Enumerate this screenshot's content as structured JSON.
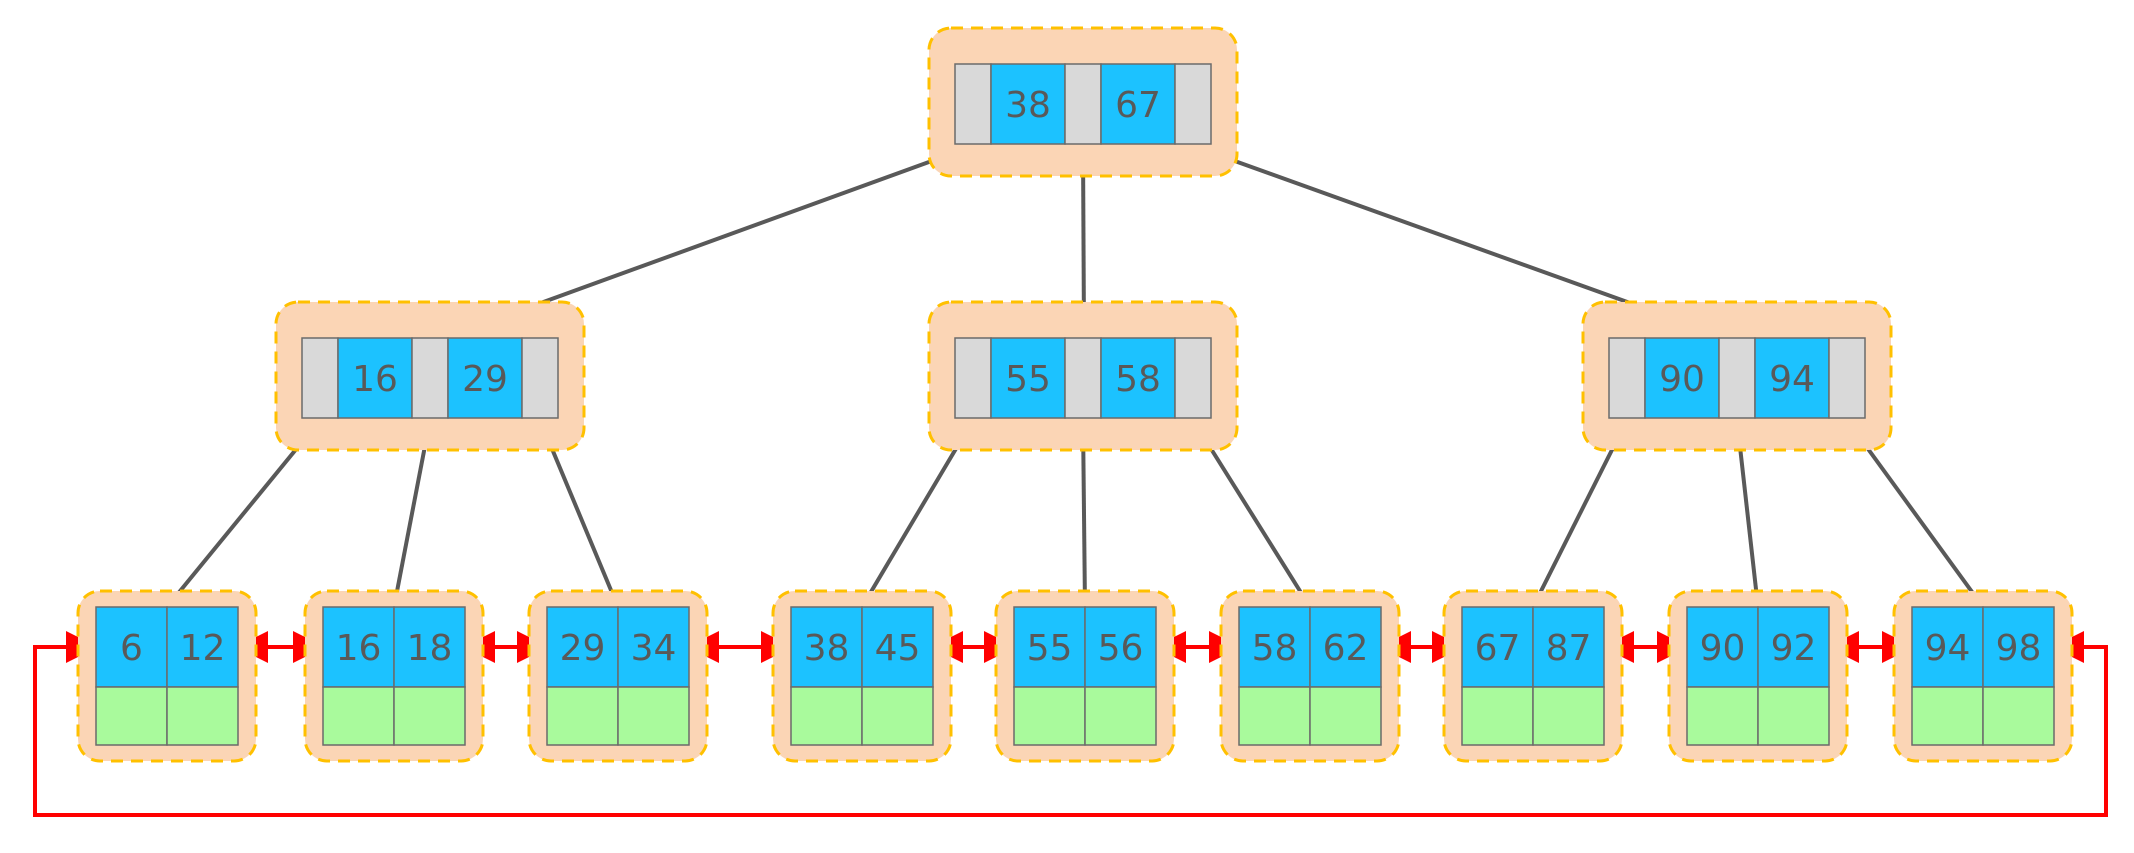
{
  "colors": {
    "node_bg": "#fbd5b5",
    "node_border": "#ffc000",
    "key_cell": "#1cc2ff",
    "pointer_cell": "#d9d9d9",
    "data_cell": "#a9fa9c",
    "tree_arrow": "#595959",
    "leaf_link": "#ff0000"
  },
  "root": {
    "keys": [
      "38",
      "67"
    ]
  },
  "internal": [
    {
      "keys": [
        "16",
        "29"
      ]
    },
    {
      "keys": [
        "55",
        "58"
      ]
    },
    {
      "keys": [
        "90",
        "94"
      ]
    }
  ],
  "leaves": [
    {
      "keys": [
        "6",
        "12"
      ]
    },
    {
      "keys": [
        "16",
        "18"
      ]
    },
    {
      "keys": [
        "29",
        "34"
      ]
    },
    {
      "keys": [
        "38",
        "45"
      ]
    },
    {
      "keys": [
        "55",
        "56"
      ]
    },
    {
      "keys": [
        "58",
        "62"
      ]
    },
    {
      "keys": [
        "67",
        "87"
      ]
    },
    {
      "keys": [
        "90",
        "92"
      ]
    },
    {
      "keys": [
        "94",
        "98"
      ]
    }
  ]
}
